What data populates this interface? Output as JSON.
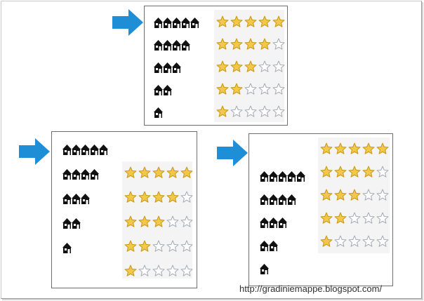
{
  "watermark": "http://gradiniemappe.blogspot.com/",
  "colors": {
    "arrow": "#1e8fd6",
    "star_gold": "#f2c84b",
    "star_gold_stroke": "#c99a1c",
    "star_empty_stroke": "#a7aeb8",
    "house": "#111111"
  },
  "icons": {
    "pointer": "blue-arrow-icon",
    "house": "house-icon",
    "star": "star-icon"
  },
  "panels": [
    {
      "name": "top",
      "pointer_row": 0,
      "house_rows": [
        5,
        4,
        3,
        2,
        1
      ],
      "star_rows": [
        5,
        4,
        3,
        2,
        1
      ]
    },
    {
      "name": "left",
      "pointer_row": 0,
      "house_rows": [
        5,
        4,
        3,
        2,
        1
      ],
      "star_rows": [
        5,
        4,
        3,
        2,
        1
      ]
    },
    {
      "name": "right",
      "pointer_row": 0,
      "house_rows": [
        5,
        4,
        3,
        2,
        1
      ],
      "star_rows": [
        5,
        4,
        3,
        2,
        1
      ]
    }
  ]
}
